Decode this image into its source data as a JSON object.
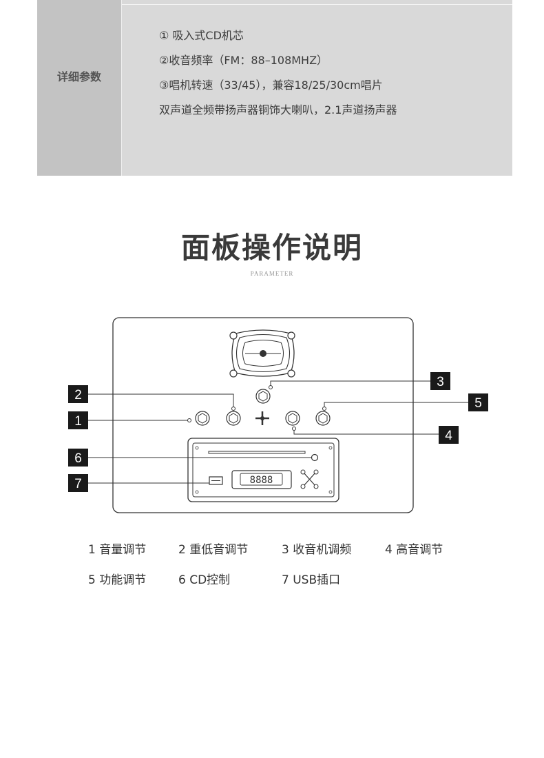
{
  "spec": {
    "label": "详细参数",
    "lines": [
      "① 吸入式CD机芯",
      "②收音频率（FM：88–108MHZ）",
      "③唱机转速（33/45），兼容18/25/30cm唱片",
      "双声道全频带扬声器铜饰大喇叭，2.1声道扬声器"
    ]
  },
  "section": {
    "title": "面板操作说明",
    "subtitle": "PARAMETER"
  },
  "diagram": {
    "callouts": [
      "1",
      "2",
      "3",
      "4",
      "5",
      "6",
      "7"
    ],
    "display_text": "8888"
  },
  "legend": {
    "row1": [
      "1 音量调节",
      "2 重低音调节",
      "3 收音机调频",
      "4 高音调节"
    ],
    "row2": [
      "5 功能调节",
      "6 CD控制",
      "7 USB插口"
    ]
  }
}
